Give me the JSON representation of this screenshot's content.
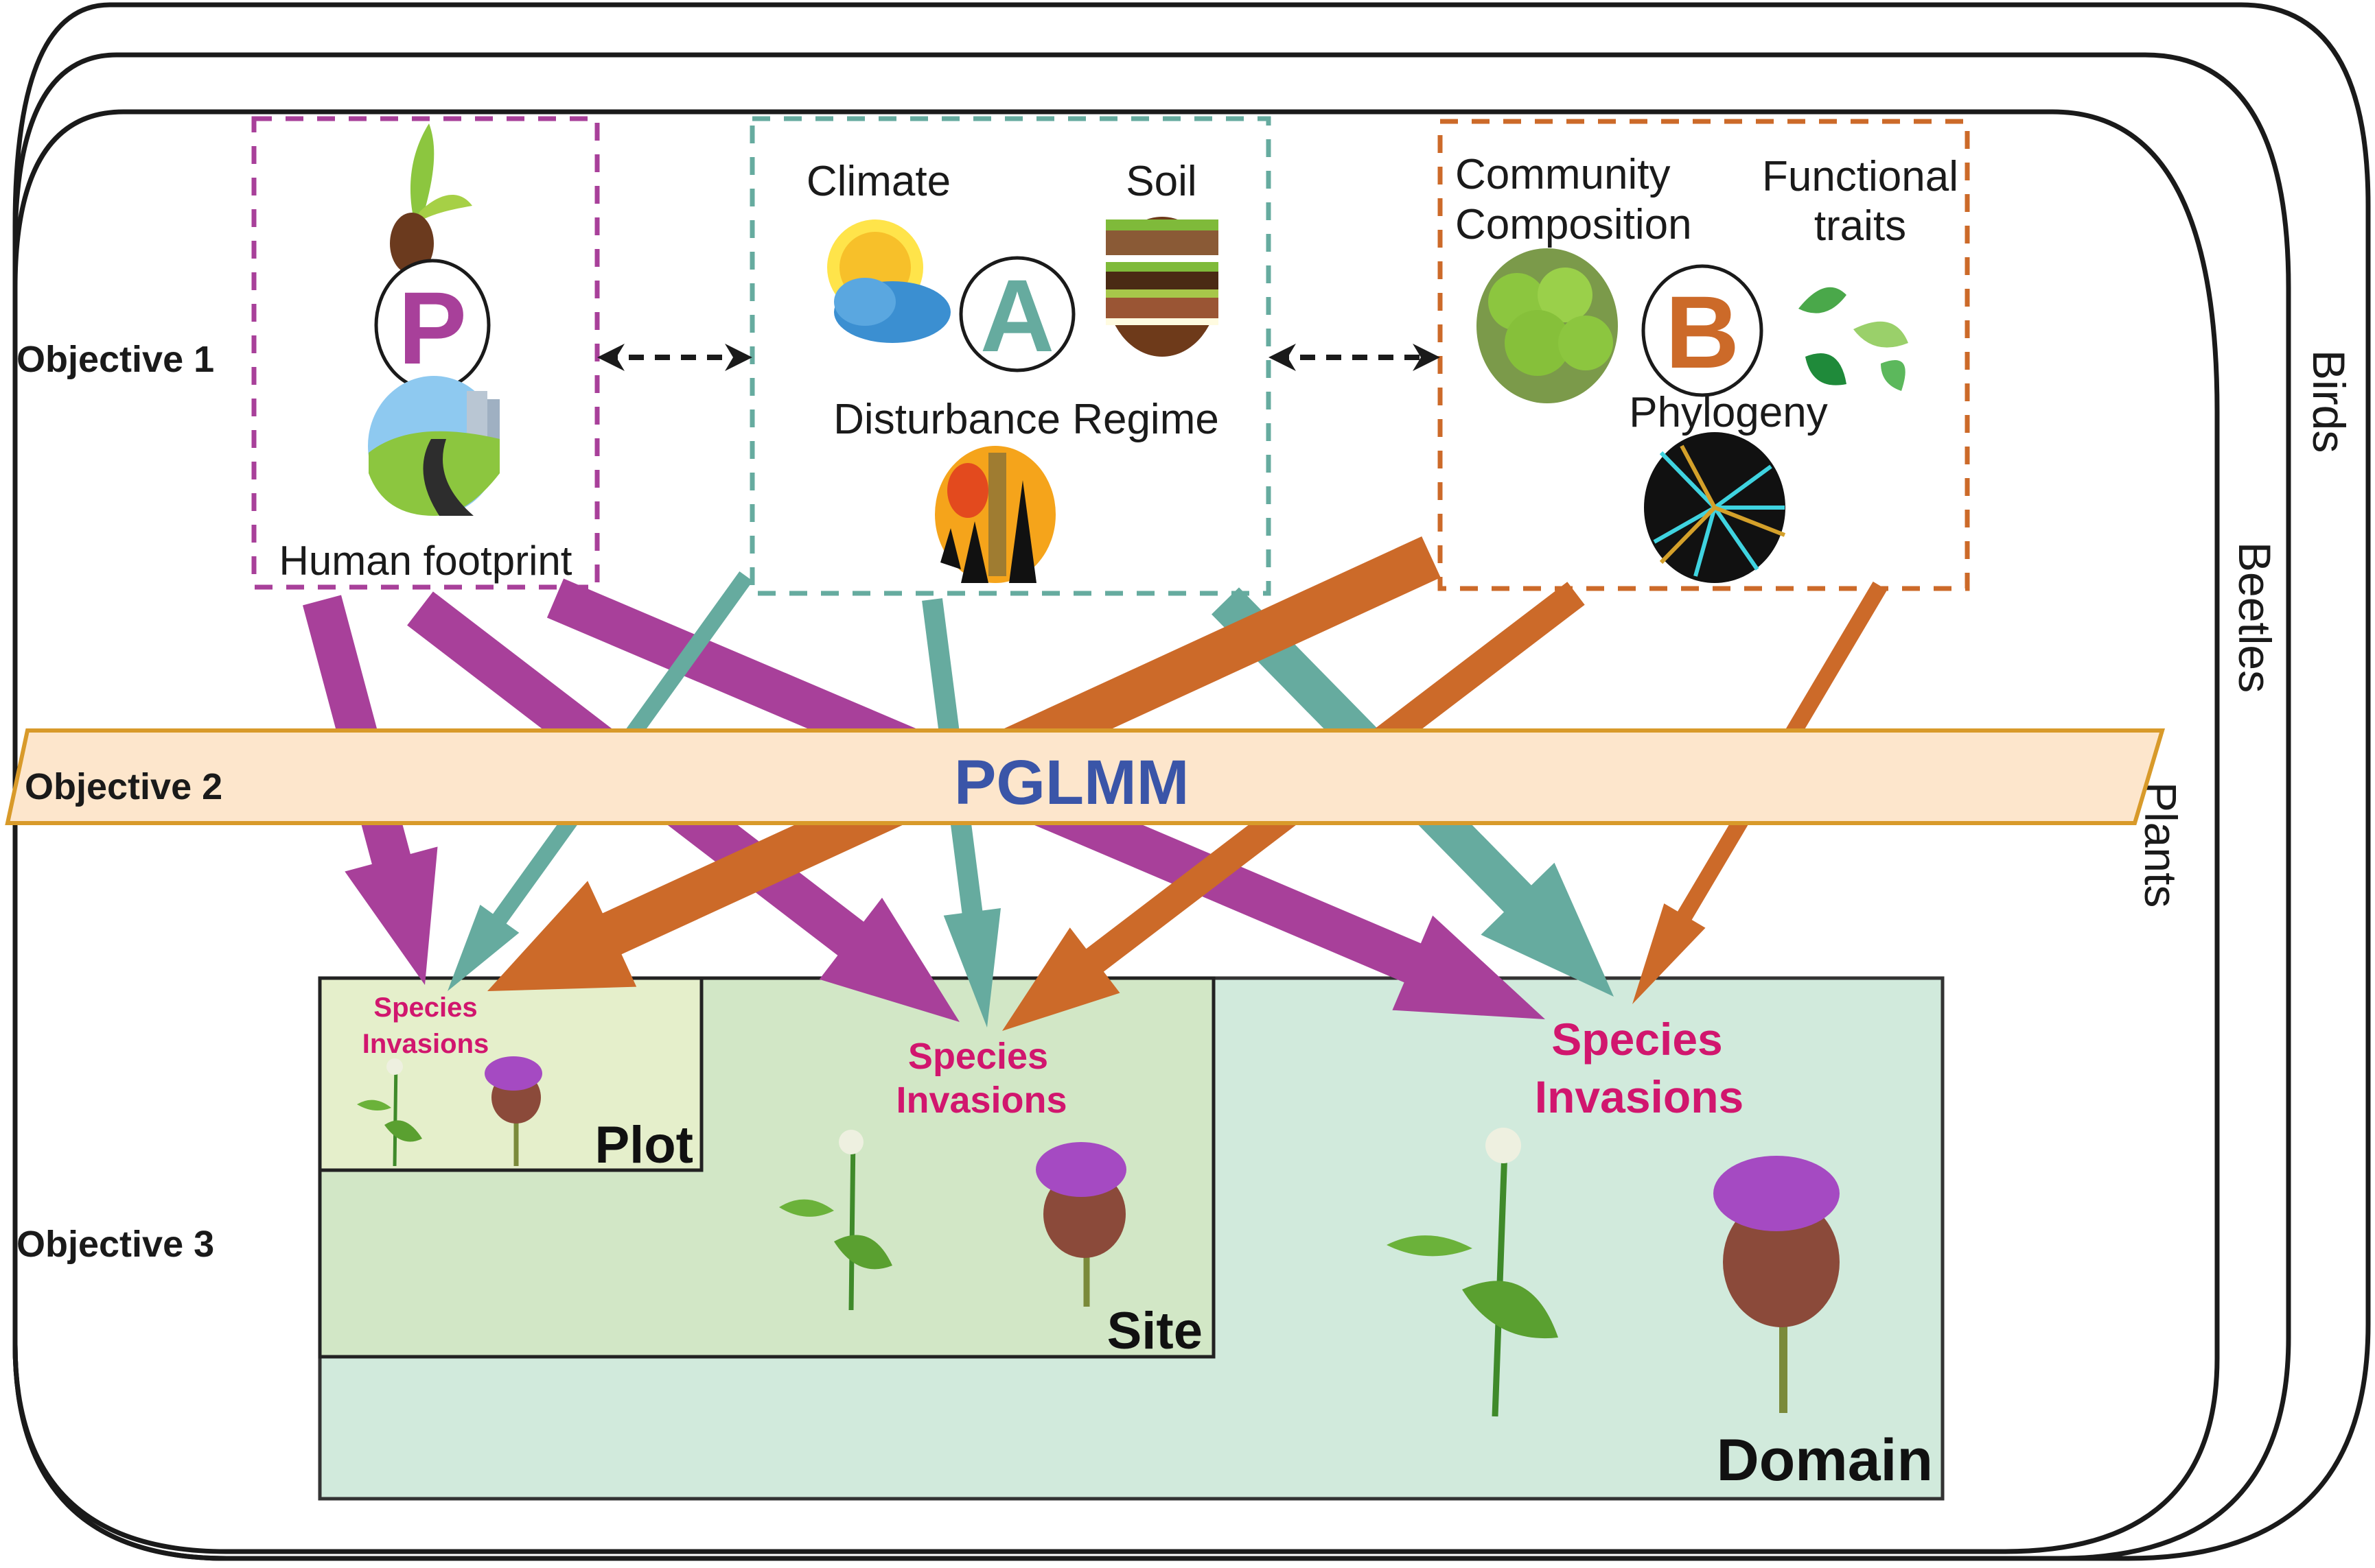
{
  "figure": {
    "frames": {
      "outer": "Birds",
      "middle": "Beetles",
      "inner": "Plants"
    },
    "objectives": {
      "objective1": "Objective 1",
      "objective2": "Objective 2",
      "objective3": "Objective 3"
    },
    "box_p": {
      "letter": "P",
      "label": "Human footprint",
      "color": "#a8409a",
      "icons": [
        "seedling-icon",
        "landscape-road-icon"
      ]
    },
    "box_a": {
      "letter": "A",
      "climate_label": "Climate",
      "soil_label": "Soil",
      "disturbance_label": "Disturbance Regime",
      "color": "#66ab9f",
      "icons": [
        "sun-cloud-icon",
        "soil-layers-icon",
        "forest-fire-icon"
      ]
    },
    "box_b": {
      "letter": "B",
      "community_label_line1": "Community",
      "community_label_line2": "Composition",
      "functional_label_line1": "Functional",
      "functional_label_line2": "traits",
      "phylogeny_label": "Phylogeny",
      "color": "#cc6a29",
      "icons": [
        "trees-icon",
        "leaves-icon",
        "phylogeny-tree-icon"
      ]
    },
    "model_band": {
      "label": "PGLMM",
      "fill": "#fde6cc",
      "border": "#d89a2a",
      "text_color": "#3a55a8"
    },
    "scales": [
      {
        "name": "Plot",
        "invasions_line1": "Species",
        "invasions_line2": "Invasions",
        "fill": "#e5efcb"
      },
      {
        "name": "Site",
        "invasions_line1": "Species",
        "invasions_line2": "Invasions",
        "fill": "#d2e7c6"
      },
      {
        "name": "Domain",
        "invasions_line1": "Species",
        "invasions_line2": "Invasions",
        "fill": "#d1eadc"
      }
    ],
    "invasion_text_color": "#d1166e",
    "links": [
      {
        "from": "P",
        "to": "Plot"
      },
      {
        "from": "P",
        "to": "Site"
      },
      {
        "from": "P",
        "to": "Domain"
      },
      {
        "from": "A",
        "to": "Plot"
      },
      {
        "from": "A",
        "to": "Site"
      },
      {
        "from": "A",
        "to": "Domain"
      },
      {
        "from": "B",
        "to": "Plot"
      },
      {
        "from": "B",
        "to": "Site"
      },
      {
        "from": "B",
        "to": "Domain"
      }
    ],
    "bidirectional_links": [
      {
        "between": [
          "P",
          "A"
        ]
      },
      {
        "between": [
          "A",
          "B"
        ]
      }
    ]
  }
}
